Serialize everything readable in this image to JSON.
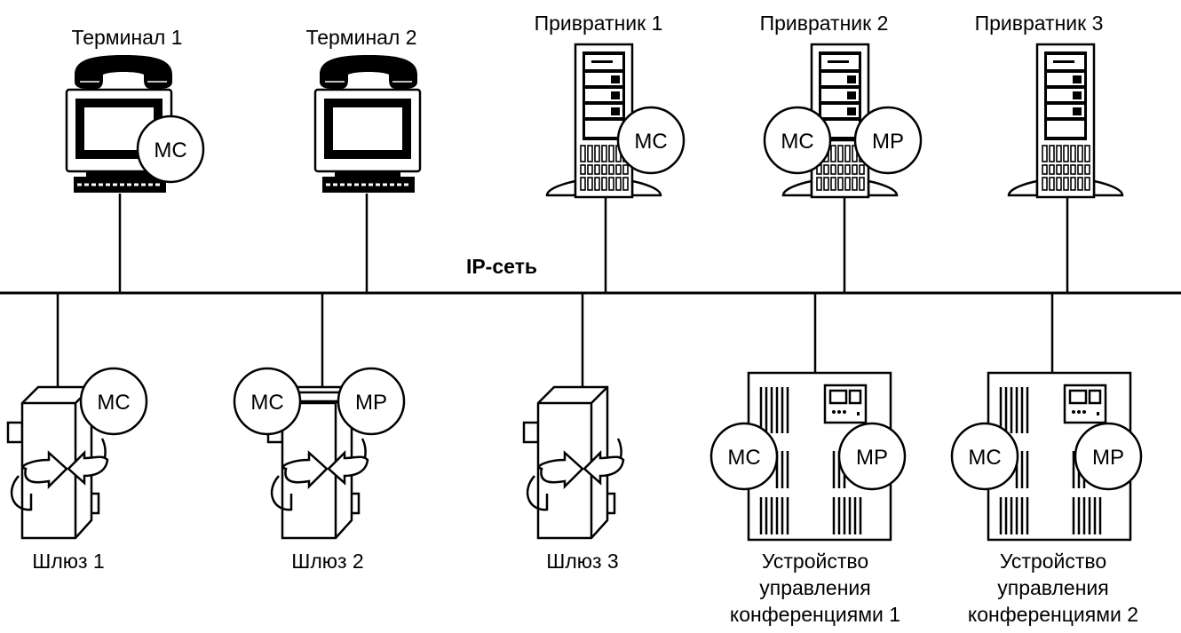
{
  "diagram": {
    "network": {
      "label": "IP-сеть"
    },
    "colors": {
      "stroke": "#000000",
      "background": "#ffffff"
    },
    "top_nodes": [
      {
        "id": "terminal-1",
        "type": "terminal",
        "label": "Терминал 1",
        "modules": [
          "MC"
        ]
      },
      {
        "id": "terminal-2",
        "type": "terminal",
        "label": "Терминал 2",
        "modules": []
      },
      {
        "id": "gatekeeper-1",
        "type": "gatekeeper",
        "label": "Привратник 1",
        "modules": [
          "MC"
        ]
      },
      {
        "id": "gatekeeper-2",
        "type": "gatekeeper",
        "label": "Привратник 2",
        "modules": [
          "MC",
          "MP"
        ]
      },
      {
        "id": "gatekeeper-3",
        "type": "gatekeeper",
        "label": "Привратник 3",
        "modules": []
      }
    ],
    "bottom_nodes": [
      {
        "id": "gateway-1",
        "type": "gateway",
        "label": "Шлюз 1",
        "modules": [
          "MC"
        ]
      },
      {
        "id": "gateway-2",
        "type": "gateway",
        "label": "Шлюз 2",
        "modules": [
          "MC",
          "MP"
        ]
      },
      {
        "id": "gateway-3",
        "type": "gateway",
        "label": "Шлюз 3",
        "modules": []
      },
      {
        "id": "mcu-1",
        "type": "mcu",
        "label_lines": [
          "Устройство",
          "управления",
          "конференциями 1"
        ],
        "modules": [
          "MC",
          "MP"
        ]
      },
      {
        "id": "mcu-2",
        "type": "mcu",
        "label_lines": [
          "Устройство",
          "управления",
          "конференциями 2"
        ],
        "modules": [
          "MC",
          "MP"
        ]
      }
    ],
    "module_labels": {
      "mc": "MC",
      "mp": "MP"
    }
  }
}
